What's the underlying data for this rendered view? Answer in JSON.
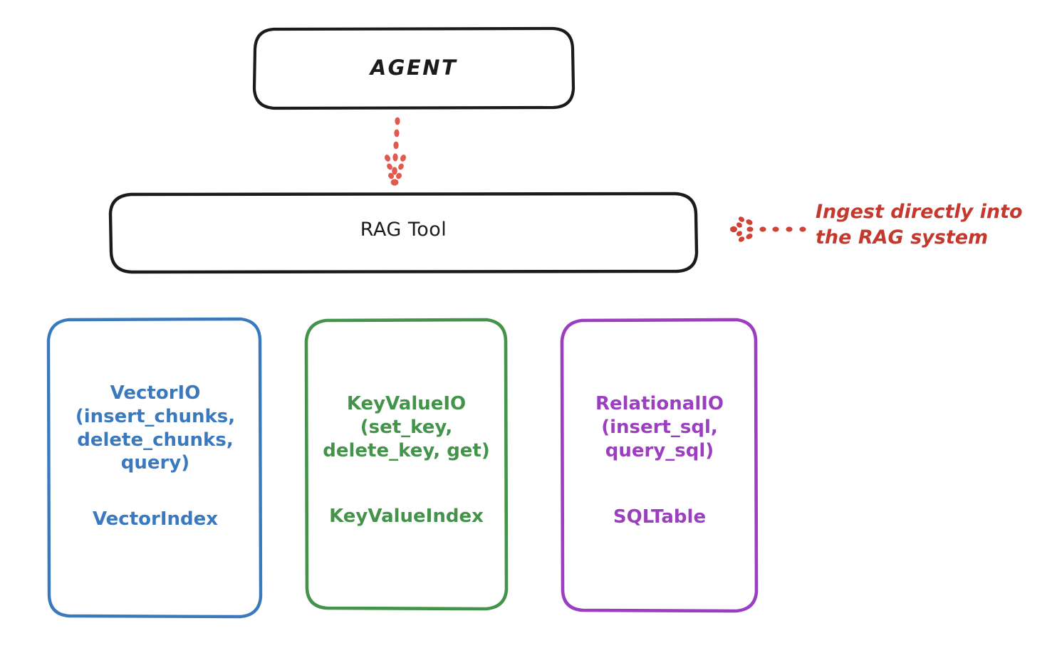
{
  "diagram": {
    "title": "RAG Tool storage abstraction diagram",
    "background": "#ffffff",
    "nodes": {
      "agent": {
        "label": "AGENT",
        "stroke": "#1b1b1b",
        "shape": "rounded-rectangle"
      },
      "rag_tool": {
        "label": "RAG Tool",
        "stroke": "#1b1b1b",
        "shape": "rounded-rectangle"
      },
      "vector_store": {
        "title": "VectorIO\n(insert_chunks,\ndelete_chunks,\nquery)",
        "subtitle": "VectorIndex",
        "stroke": "#3b79bf",
        "shape": "rounded-rectangle"
      },
      "keyvalue_store": {
        "title": "KeyValueIO\n(set_key,\ndelete_key, get)",
        "subtitle": "KeyValueIndex",
        "stroke": "#44934a",
        "shape": "rounded-rectangle"
      },
      "relational_store": {
        "title": "RelationalIO\n(insert_sql,\nquery_sql)",
        "subtitle": "SQLTable",
        "stroke": "#9b3fc0",
        "shape": "rounded-rectangle"
      }
    },
    "annotations": {
      "ingest_note": {
        "text": "Ingest directly into\nthe RAG system",
        "color": "#c4382e"
      }
    },
    "connectors": {
      "agent_to_rag": {
        "style": "dotted",
        "color": "#e2594f",
        "direction": "down",
        "arrowhead": true
      },
      "note_to_rag": {
        "style": "dotted",
        "color": "#cf4236",
        "direction": "left",
        "arrowhead": true
      }
    }
  }
}
